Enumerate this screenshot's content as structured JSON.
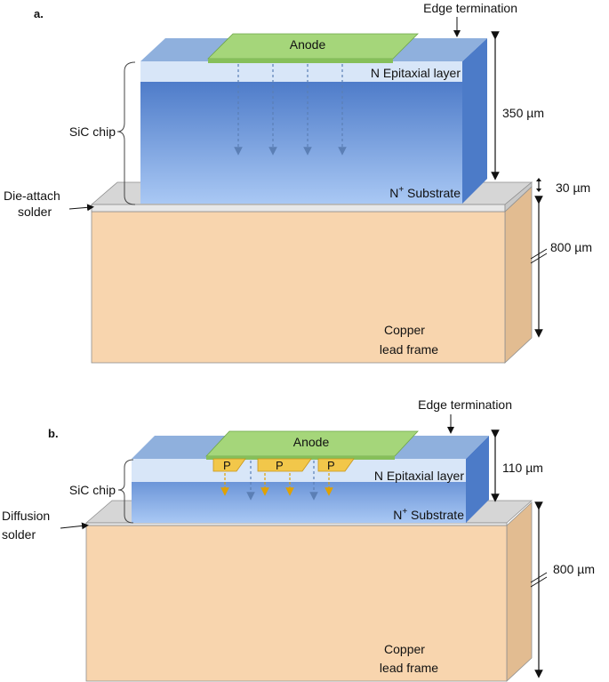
{
  "colors": {
    "copper_front": "#F8D5AE",
    "copper_side": "#E2BC91",
    "solder_top": "#D6D6D6",
    "solder_front": "#E8E8E8",
    "chip_front_top": "#3F6FC2",
    "chip_front_bottom": "#A9C8F4",
    "epi_layer": "#D8E6F8",
    "chip_top": "#8FB0DD",
    "chip_side": "#4C7BC8",
    "anode": "#A5D67A",
    "anode_edge": "#6FA64A",
    "p_region": "#F2C74A",
    "p_edge": "#C7951A",
    "arrow_blue": "#5B7FB5",
    "arrow_orange": "#E0A100"
  },
  "panel_a": {
    "label": "a.",
    "anode": "Anode",
    "edge_termination": "Edge termination",
    "epi_layer": "N Epitaxial layer",
    "substrate_prefix": "N",
    "substrate_sup": "+",
    "substrate_suffix": " Substrate",
    "chip_label": "SiC chip",
    "solder_label_line1": "Die-attach",
    "solder_label_line2": "solder",
    "chip_thickness": "350 µm",
    "solder_thickness": "30 µm",
    "frame_thickness": "800 µm",
    "frame_label_line1": "Copper",
    "frame_label_line2": "lead frame"
  },
  "panel_b": {
    "label": "b.",
    "anode": "Anode",
    "edge_termination": "Edge termination",
    "epi_layer": "N Epitaxial layer",
    "substrate_prefix": "N",
    "substrate_sup": "+",
    "substrate_suffix": " Substrate",
    "p_label": "P",
    "chip_label": "SiC chip",
    "solder_label_line1": "Diffusion",
    "solder_label_line2": "solder",
    "chip_thickness": "110 µm",
    "frame_thickness": "800 µm",
    "frame_label_line1": "Copper",
    "frame_label_line2": "lead frame"
  }
}
